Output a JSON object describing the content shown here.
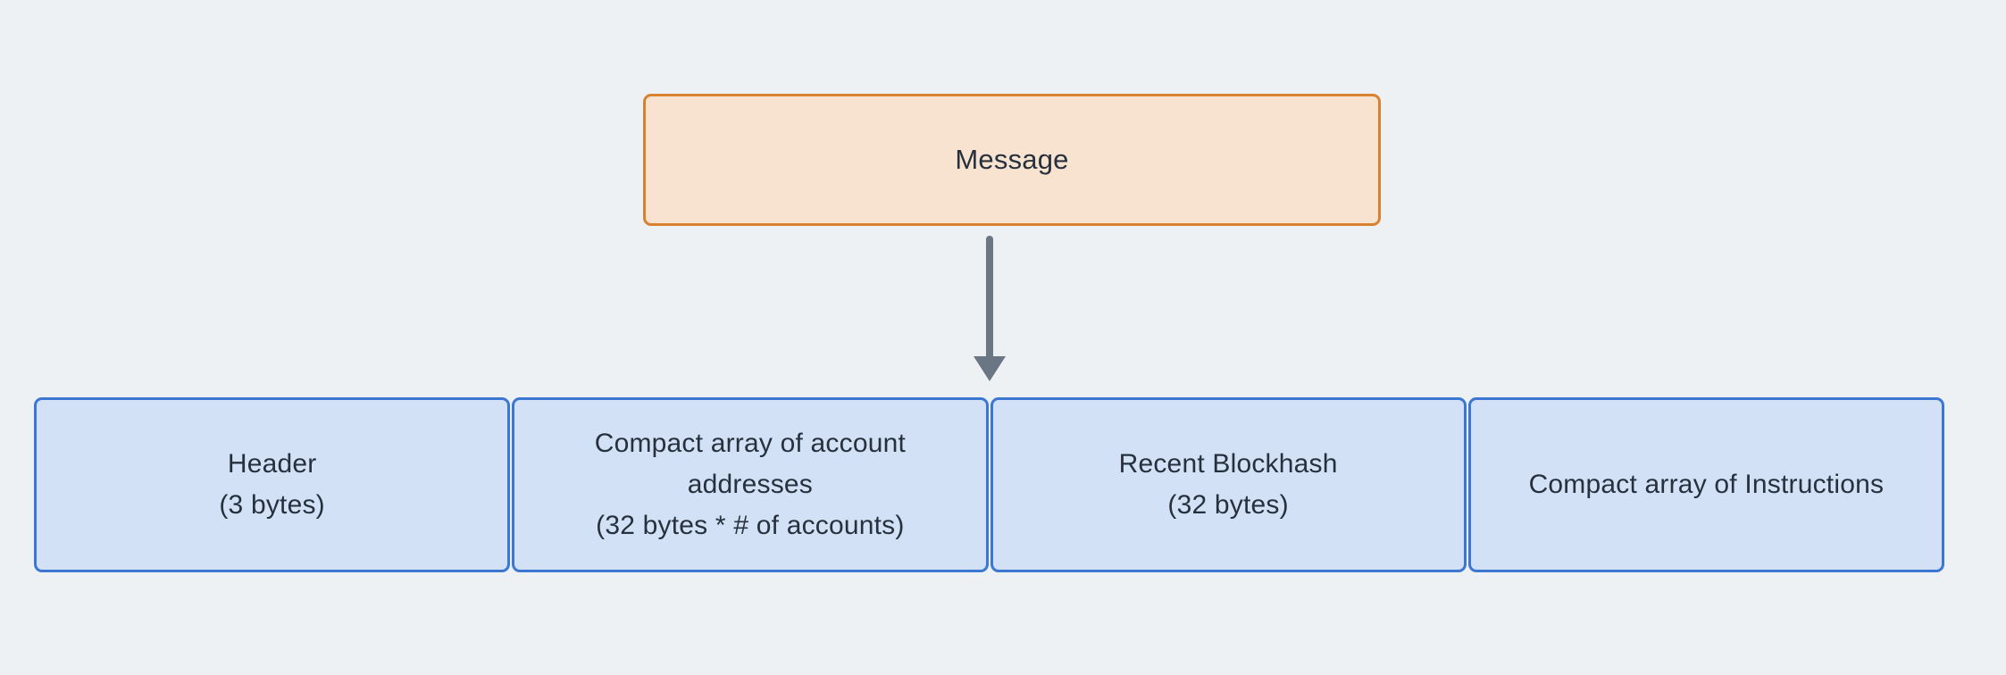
{
  "diagram": {
    "message_box": {
      "label": "Message"
    },
    "segments": [
      {
        "lines": [
          "Header",
          "(3 bytes)"
        ]
      },
      {
        "lines": [
          "Compact array of account",
          "addresses",
          "(32 bytes * # of accounts)"
        ]
      },
      {
        "lines": [
          "Recent Blockhash",
          "(32 bytes)"
        ]
      },
      {
        "lines": [
          "Compact array of Instructions"
        ]
      }
    ],
    "colors": {
      "background": "#edf1f4",
      "message_fill": "#f8e3d1",
      "message_border": "#d8812f",
      "segment_fill": "#d2e1f6",
      "segment_border": "#3b77d3",
      "arrow": "#6b7684",
      "text": "#27313e"
    }
  }
}
